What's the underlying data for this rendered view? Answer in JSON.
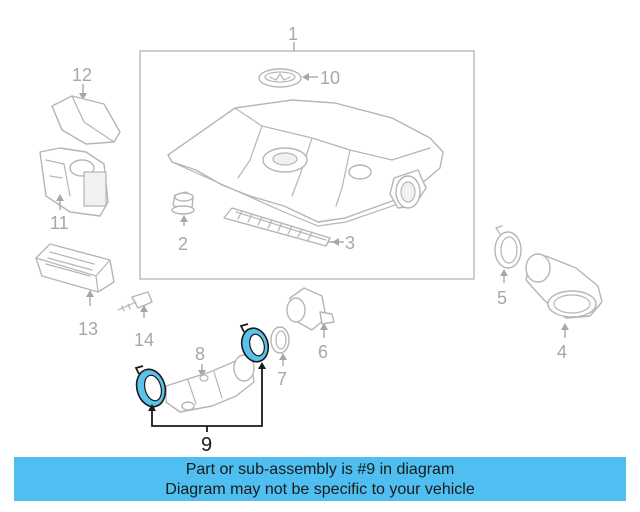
{
  "callouts": {
    "c1": "1",
    "c2": "2",
    "c3": "3",
    "c4": "4",
    "c5": "5",
    "c6": "6",
    "c7": "7",
    "c8": "8",
    "c9": "9",
    "c10": "10",
    "c11": "11",
    "c12": "12",
    "c13": "13",
    "c14": "14"
  },
  "highlight_part": "9",
  "colors": {
    "highlight_fill": "#5bc2ec",
    "banner_bg": "#4ebff0",
    "ghost_stroke": "#b5b5b5",
    "callout_text": "#a7a7a7"
  },
  "banner": {
    "line1": "Part or sub-assembly is #9 in diagram",
    "line2": "Diagram may not be specific to your vehicle"
  }
}
